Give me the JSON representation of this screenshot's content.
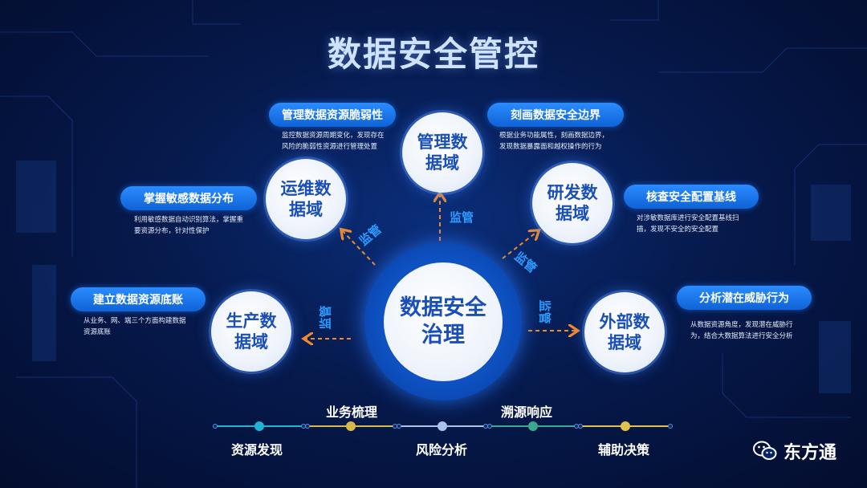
{
  "title": "数据安全管控",
  "center": {
    "label": "数据安全治理"
  },
  "domains": [
    {
      "id": "management",
      "label": "管理数据域"
    },
    {
      "id": "ops",
      "label": "运维数据域"
    },
    {
      "id": "rnd",
      "label": "研发数据域"
    },
    {
      "id": "production",
      "label": "生产数据域"
    },
    {
      "id": "external",
      "label": "外部数据域"
    }
  ],
  "arrow_label": "监管",
  "capabilities": [
    {
      "title": "管理数据资源脆弱性",
      "desc_lines": [
        "监控数据资源周期变化，发现存在",
        "风险的脆弱性资源进行管理处置"
      ]
    },
    {
      "title": "刻画数据安全边界",
      "desc_lines": [
        "根据业务功能属性，刻画数据边界，",
        "发现数据暴露面和越权操作的行为"
      ]
    },
    {
      "title": "掌握敏感数据分布",
      "desc_lines": [
        "利用敏感数据自动识别算法，掌握重",
        "要资源分布，针对性保护"
      ]
    },
    {
      "title": "核查安全配置基线",
      "desc_lines": [
        "对涉敏数据库进行安全配置基线扫",
        "描，发现不安全的安全配置"
      ]
    },
    {
      "title": "建立数据资源底账",
      "desc_lines": [
        "从业务、网、端三个方面构建数据",
        "资源底账"
      ]
    },
    {
      "title": "分析潜在威胁行为",
      "desc_lines": [
        "从数据资源角度，发现潜在威胁行",
        "为，结合大数据算法进行安全分析"
      ]
    }
  ],
  "timeline": {
    "bottom": [
      "资源发现",
      "风险分析",
      "辅助决策"
    ],
    "top": [
      "业务梳理",
      "溯源响应"
    ],
    "dot_colors": [
      "#1fb3d6",
      "#d9b84a",
      "#a9c4e8",
      "#3aa88f",
      "#e2c14d"
    ]
  },
  "brand": {
    "name": "东方通",
    "icon": "wechat-icon"
  }
}
